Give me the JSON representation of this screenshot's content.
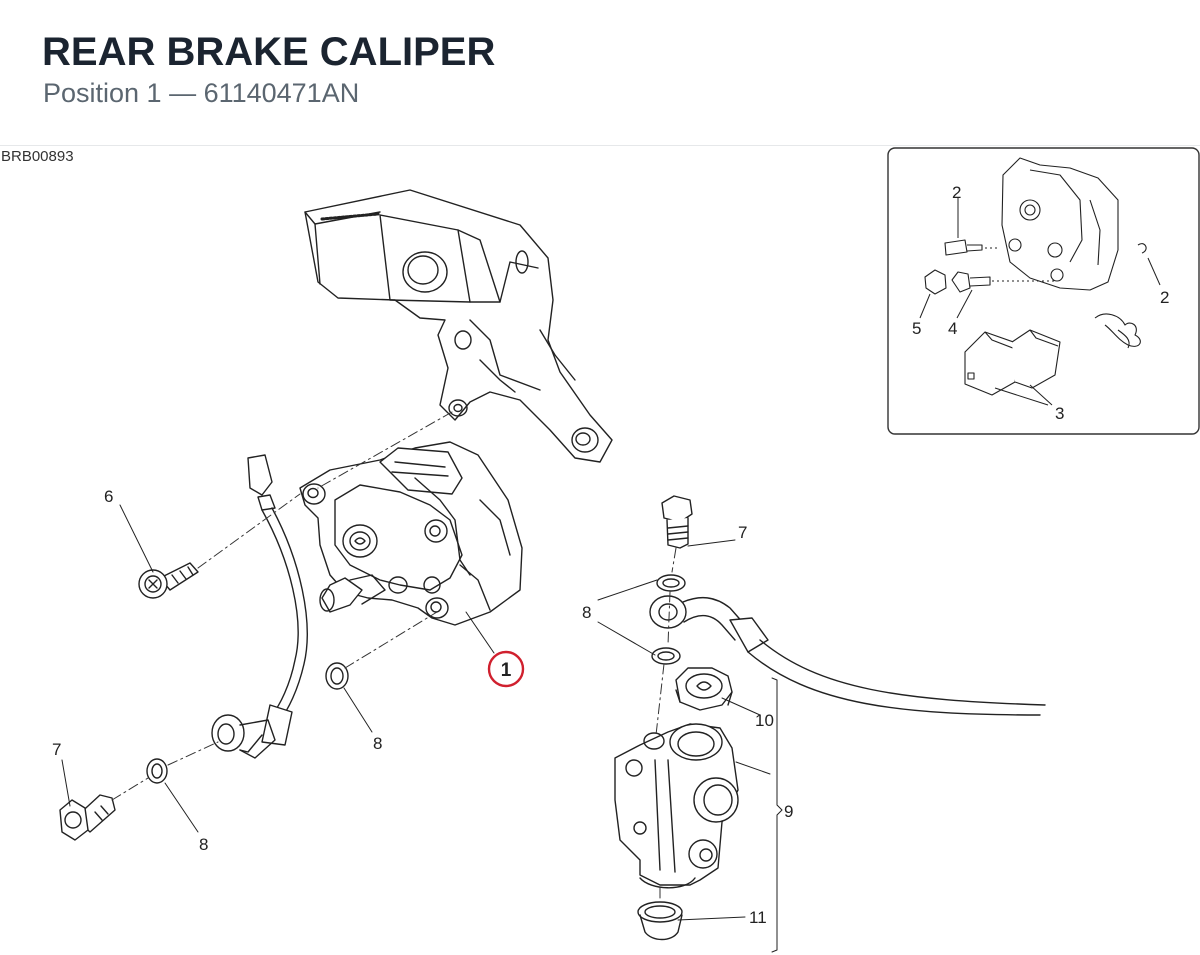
{
  "header": {
    "title": "REAR BRAKE CALIPER",
    "subtitle": "Position 1 — 61140471AN"
  },
  "diagram": {
    "code": "BRB00893",
    "highlight_color": "#d0202e",
    "callouts": {
      "c1": "1",
      "c6": "6",
      "c7a": "7",
      "c7b": "7",
      "c8a": "8",
      "c8b": "8",
      "c8c": "8",
      "c9": "9",
      "c10": "10",
      "c11": "11"
    },
    "inset": {
      "c2a": "2",
      "c2b": "2",
      "c3": "3",
      "c4": "4",
      "c5": "5"
    }
  }
}
